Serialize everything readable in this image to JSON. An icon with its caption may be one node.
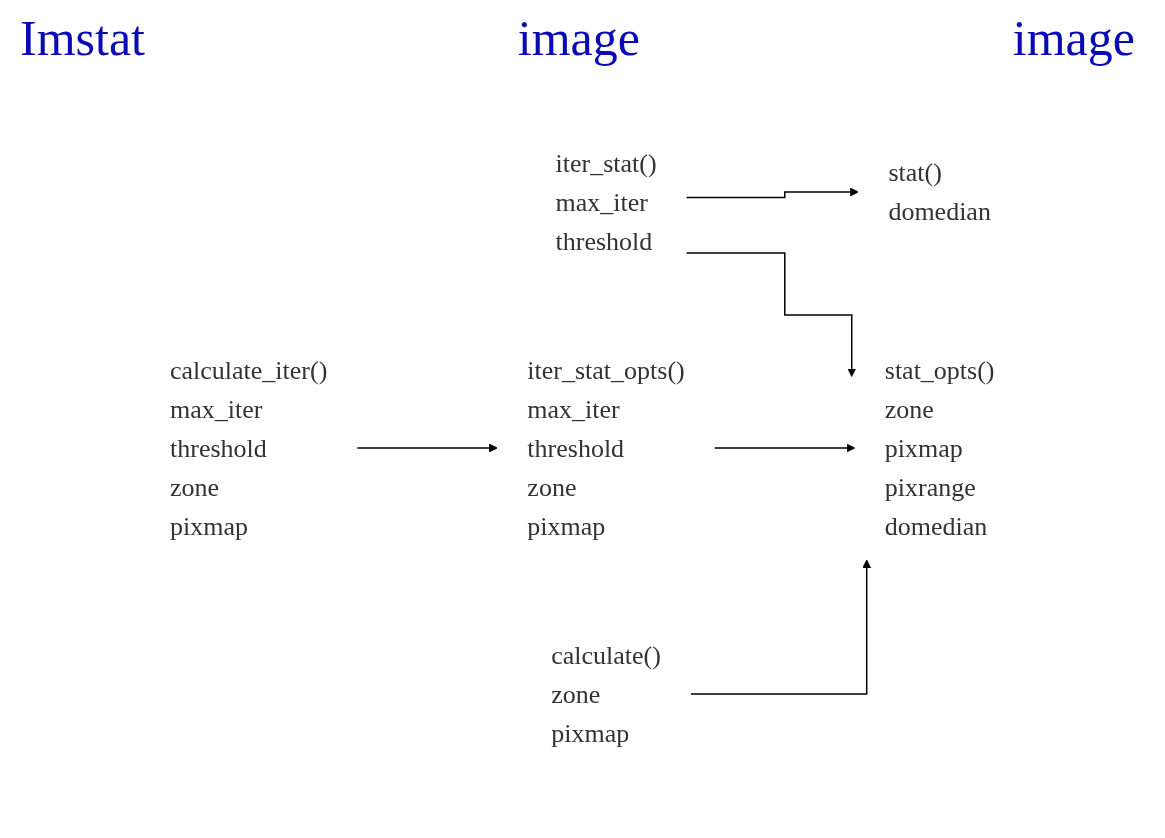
{
  "diagram": {
    "nodes": [
      {
        "text": [
          "iter_stat()",
          "max_iter",
          "threshold"
        ]
      },
      {
        "text": [
          "stat()",
          "domedian"
        ]
      },
      {
        "text": [
          "calculate_iter()",
          "max_iter",
          "threshold",
          "zone",
          "pixmap"
        ]
      },
      {
        "text": [
          "iter_stat_opts()",
          "max_iter",
          "threshold",
          "zone",
          "pixmap"
        ]
      },
      {
        "text": [
          "stat_opts()",
          "zone",
          "pixmap",
          "pixrange",
          "domedian"
        ]
      },
      {
        "text": [
          "calculate()",
          "zone",
          "pixmap"
        ]
      }
    ],
    "edges": [
      {
        "from": 0,
        "to": 1,
        "arrow": "to"
      },
      {
        "from": 0,
        "to": 4,
        "arrow": "to"
      },
      {
        "from": 2,
        "to": 3,
        "arrow": "to"
      },
      {
        "from": 3,
        "to": 4,
        "arrow": "to"
      },
      {
        "from": 5,
        "to": 4,
        "arrow": "to"
      }
    ],
    "labels": [
      "Imstat",
      "image",
      "image"
    ]
  }
}
